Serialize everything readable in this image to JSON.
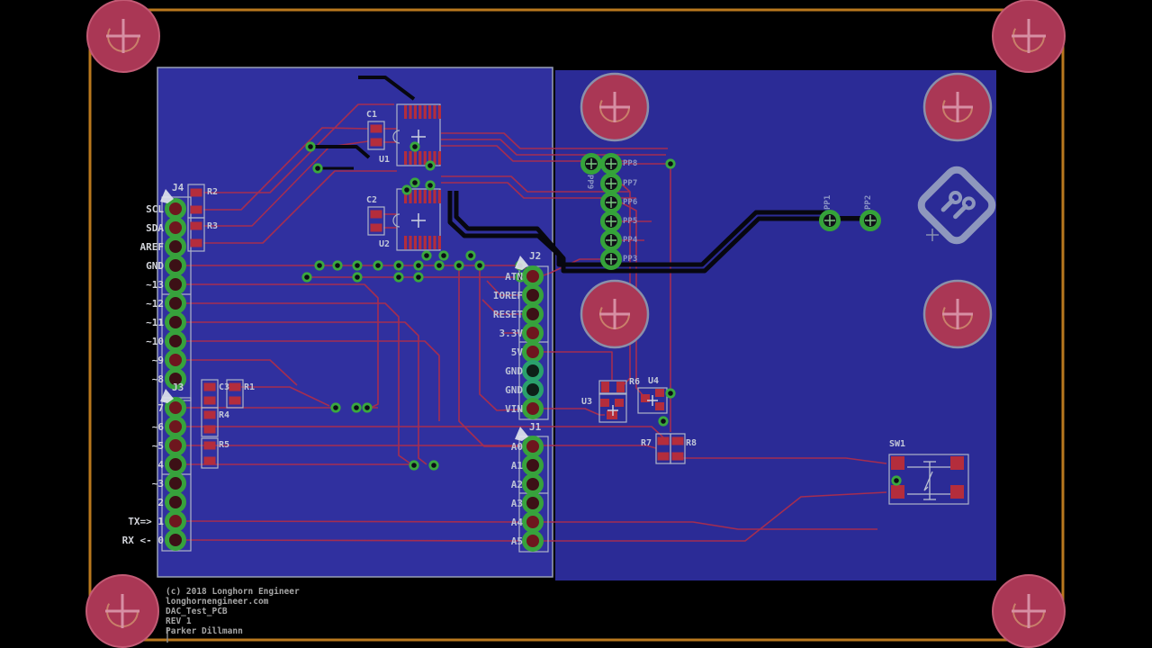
{
  "colors": {
    "board_outline": "#b9781e",
    "zone_fill_left": "#30309f",
    "zone_fill_right": "#2b2b96",
    "trace_pink": "#a52d50",
    "trace_black": "#07070f",
    "pad_green": "#37a23c",
    "smd_red": "#b42d3c",
    "mount_hole": "#aa3755",
    "silkscreen": "#c6cbdb"
  },
  "titleblock": {
    "lines": [
      "(c) 2018 Longhorn Engineer",
      "longhornengineer.com",
      "DAC_Test_PCB",
      "REV 1",
      "Parker Dillmann"
    ]
  },
  "connectors": {
    "j4": {
      "ref": "J4",
      "pins": [
        "SCL",
        "SDA",
        "AREF",
        "GND",
        "~13",
        "~12",
        "~11",
        "~10",
        "~9",
        "~8"
      ]
    },
    "j3": {
      "ref": "J3",
      "pins": [
        "7",
        "~6",
        "~5",
        "4",
        "~3",
        "2",
        "TX=> 1",
        "RX <- 0"
      ]
    },
    "j2": {
      "ref": "J2",
      "pins": [
        "ATN",
        "IOREF",
        "RESET",
        "3.3V",
        "5V",
        "GND",
        "GND",
        "VIN"
      ]
    },
    "j1": {
      "ref": "J1",
      "pins": [
        "A0",
        "A1",
        "A2",
        "A3",
        "A4",
        "A5"
      ]
    }
  },
  "components": {
    "c1": "C1",
    "u1": "U1",
    "c2": "C2",
    "u2": "U2",
    "r2": "R2",
    "r3": "R3",
    "c3": "C3",
    "r1": "R1",
    "r4": "R4",
    "r5": "R5",
    "r6": "R6",
    "u3": "U3",
    "u4": "U4",
    "r7": "R7",
    "r8": "R8",
    "sw1": "SW1"
  },
  "testpoints": {
    "pp9": "PP9",
    "column": [
      "PP8",
      "PP7",
      "PP6",
      "PP5",
      "PP4",
      "PP3"
    ],
    "pp1": "PP1",
    "pp2": "PP2"
  }
}
